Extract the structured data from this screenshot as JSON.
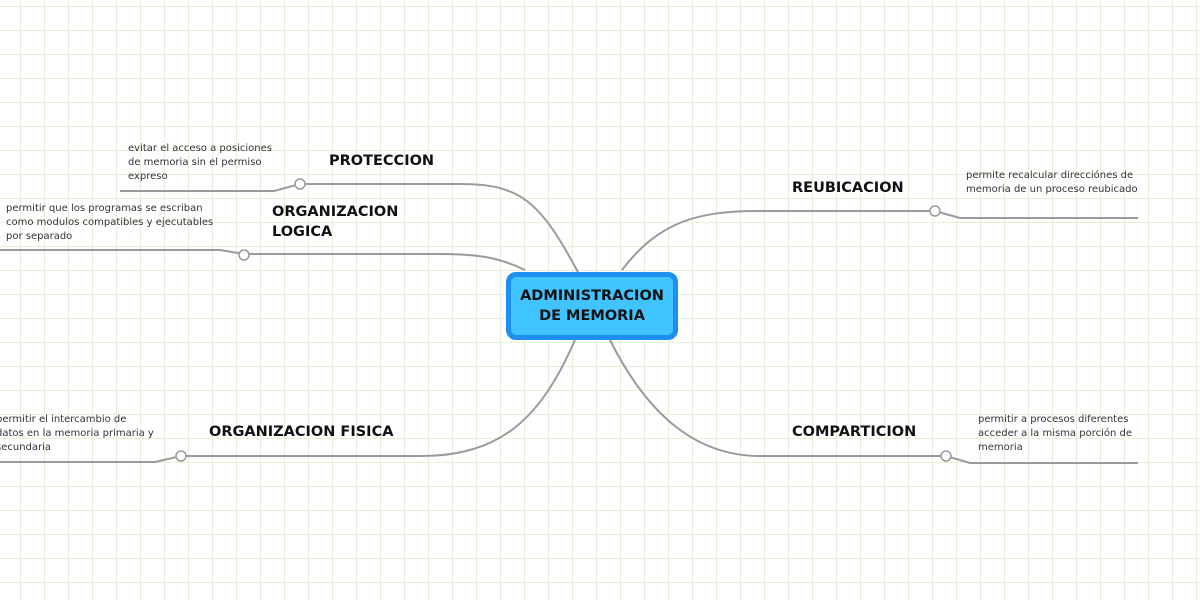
{
  "root": {
    "label": "ADMINISTRACION DE MEMORIA"
  },
  "branches": [
    {
      "label": "PROTECCION",
      "note": "evitar el acceso a posiciones de memoria sin el permiso expreso"
    },
    {
      "label": "ORGANIZACION LOGICA",
      "note": "permitir que los programas se escriban como modulos compatibles y ejecutables por separado"
    },
    {
      "label": "ORGANIZACION FISICA",
      "note": "permitir el intercambio de datos en la memoria primaria y secundaria"
    },
    {
      "label": "REUBICACION",
      "note": "permite recalcular direcciónes de memoria de un proceso reubicado"
    },
    {
      "label": "COMPARTICION",
      "note": "permitir a procesos diferentes acceder a la misma porción de memoria"
    }
  ],
  "colors": {
    "root_fill": "#41c3ff",
    "root_border": "#1e8ef0",
    "line": "#9a9a9a"
  }
}
